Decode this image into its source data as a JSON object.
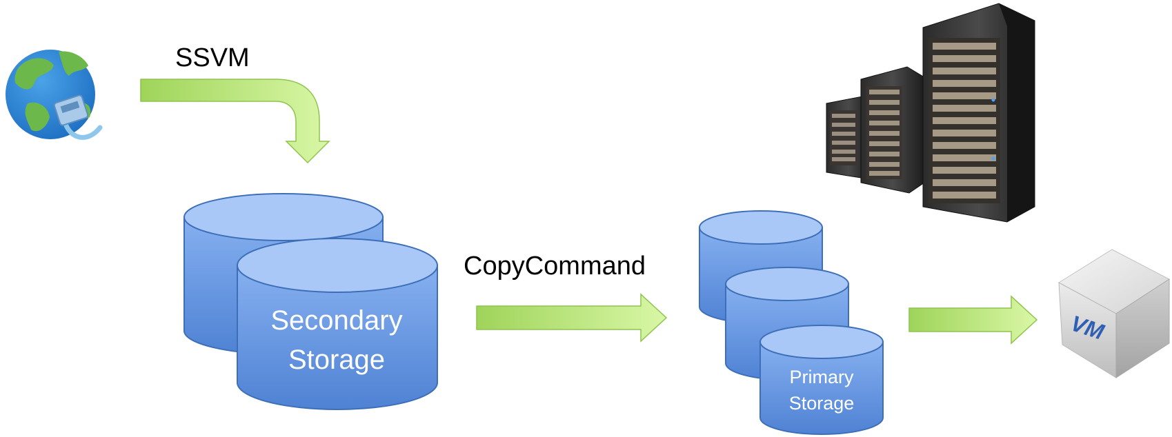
{
  "diagram": {
    "labels": {
      "ssvm": "SSVM",
      "copy_command": "CopyCommand",
      "secondary_storage_line1": "Secondary",
      "secondary_storage_line2": "Storage",
      "primary_storage_line1": "Primary",
      "primary_storage_line2": "Storage",
      "vm_badge": "VM"
    },
    "icons": [
      "globe-network-icon",
      "server-rack-icon",
      "vm-cube-icon",
      "database-icon",
      "arrow-icon"
    ],
    "colors": {
      "arrow_green": "#a6d96a",
      "arrow_light": "#d8f5a2",
      "cylinder_top": "#a9c8f7",
      "cylinder_body": "#6f9fe6",
      "cylinder_edge": "#3d6fb8",
      "vm_blue": "#2f5fb3"
    }
  }
}
